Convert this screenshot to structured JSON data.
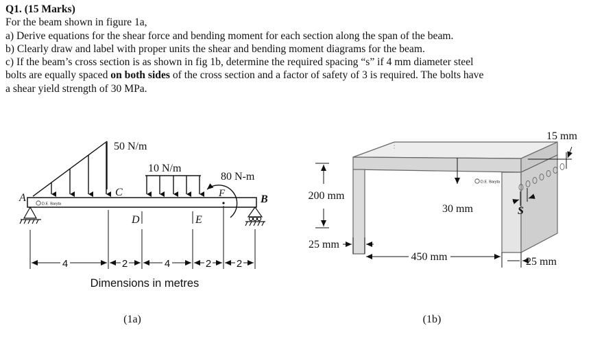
{
  "question": {
    "title": "Q1. (15 Marks)",
    "intro": "For the beam shown in figure 1a,",
    "part_a": "a) Derive equations for the shear force and bending moment for each section along the span of the beam.",
    "part_b": "b) Clearly draw and label with proper units the shear and bending moment diagrams for the beam.",
    "part_c_line1": "c) If the beam’s cross section is as shown in fig 1b, determine the required spacing “s” if 4 mm diameter steel",
    "part_c_line2_pre": "bolts are equally spaced ",
    "part_c_line2_bold": "on both sides",
    "part_c_line2_post": " of the cross section and a factor of safety of 3 is required. The bolts have",
    "part_c_line3": "a shear yield strength of 30 MPa."
  },
  "fig1a": {
    "load_triangle": "50 N/m",
    "load_uniform": "10 N/m",
    "moment": "80 N-m",
    "point_a": "A",
    "point_b": "B",
    "point_c": "C",
    "point_d": "D",
    "point_e": "E",
    "point_f": "F",
    "dims": [
      "4",
      "2",
      "4",
      "2",
      "2"
    ],
    "dims_caption": "Dimensions in metres",
    "caption": "(1a)",
    "watermark": "D.E. Baryta"
  },
  "fig1b": {
    "flange_width": "15 mm",
    "web_height": "200 mm",
    "flange_thickness": "30 mm",
    "web_thickness_left": "25 mm",
    "span": "450 mm",
    "web_thickness_right": "25 mm",
    "spacing": "S",
    "caption": "(1b)",
    "watermark": "D.E. Baryta"
  }
}
